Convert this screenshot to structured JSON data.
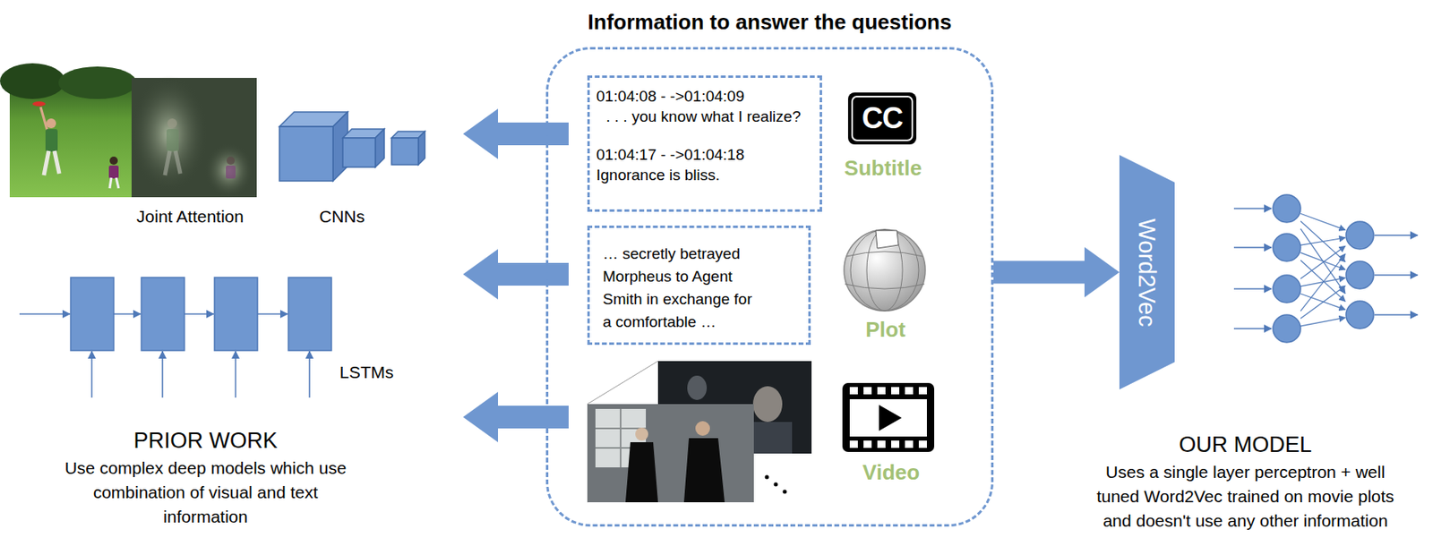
{
  "diagram": {
    "nodes": [
      {
        "text": [
          "Information to answer the questions"
        ]
      },
      {
        "text": [
          "01:04:08 - ->01:04:09",
          ". . . you know what I realize?",
          "01:04:17 - ->01:04:18",
          "Ignorance is bliss."
        ],
        "in": 0
      },
      {
        "text": [
          "… secretly betrayed Morpheus to Agent Smith in exchange for a comfortable …"
        ],
        "in": 0
      },
      {
        "text": [
          "Word2Vec"
        ]
      }
    ],
    "edges": [
      {
        "from": 0,
        "to": 3,
        "arrow": "to"
      }
    ],
    "labels": [
      "CC",
      "Subtitle",
      "Plot",
      "Video",
      "Joint Attention",
      "CNNs",
      "LSTMs",
      "PRIOR WORK",
      "Use complex deep models which use combination of visual and text information",
      "OUR MODEL",
      "Uses a single layer perceptron + well tuned Word2Vec trained on movie plots and doesn't use any other information"
    ]
  }
}
